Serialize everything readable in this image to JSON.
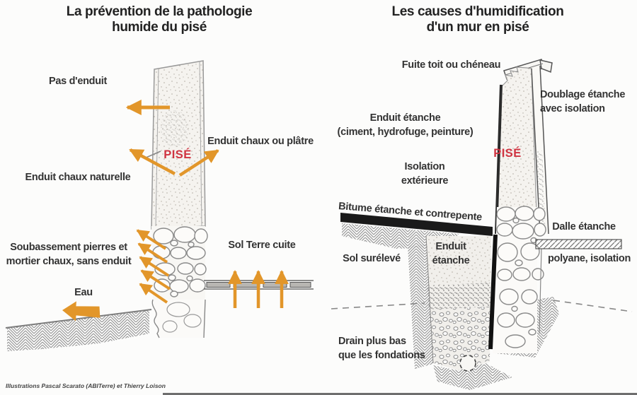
{
  "page": {
    "credit": "Illustrations Pascal Scarato (ABITerre) et Thierry Loison"
  },
  "colors": {
    "arrow_orange": "#E2962A",
    "pise_red": "#CF3340",
    "ink": "#2b2b2b",
    "line_gray": "#8a8a8a",
    "bitumen_black": "#1a1a1a",
    "background": "#fcfcfb"
  },
  "left_panel": {
    "title_line1": "La prévention de la pathologie",
    "title_line2": "humide du pisé",
    "wall_label": "PISÉ",
    "labels": {
      "no_render": "Pas d'enduit",
      "lime_or_plaster": "Enduit chaux ou plâtre",
      "natural_lime": "Enduit chaux naturelle",
      "base_line1": "Soubassement pierres et",
      "base_line2": "mortier chaux, sans enduit",
      "floor": "Sol Terre cuite",
      "water": "Eau"
    }
  },
  "right_panel": {
    "title_line1": "Les causes d'humidification",
    "title_line2": "d'un mur en pisé",
    "wall_label": "PISÉ",
    "labels": {
      "roof_leak": "Fuite toit ou chéneau",
      "lining_line1": "Doublage étanche",
      "lining_line2": "avec isolation",
      "sealed_render_line1": "Enduit étanche",
      "sealed_render_line2": "(ciment, hydrofuge, peinture)",
      "ext_insulation_line1": "Isolation",
      "ext_insulation_line2": "extérieure",
      "bitumen": "Bitume étanche et contrepente",
      "slab": "Dalle étanche",
      "raised_floor": "Sol surélevé",
      "sealed_render2_line1": "Enduit",
      "sealed_render2_line2": "étanche",
      "polyane": "polyane, isolation",
      "drain_line1": "Drain plus bas",
      "drain_line2": "que les fondations"
    }
  }
}
